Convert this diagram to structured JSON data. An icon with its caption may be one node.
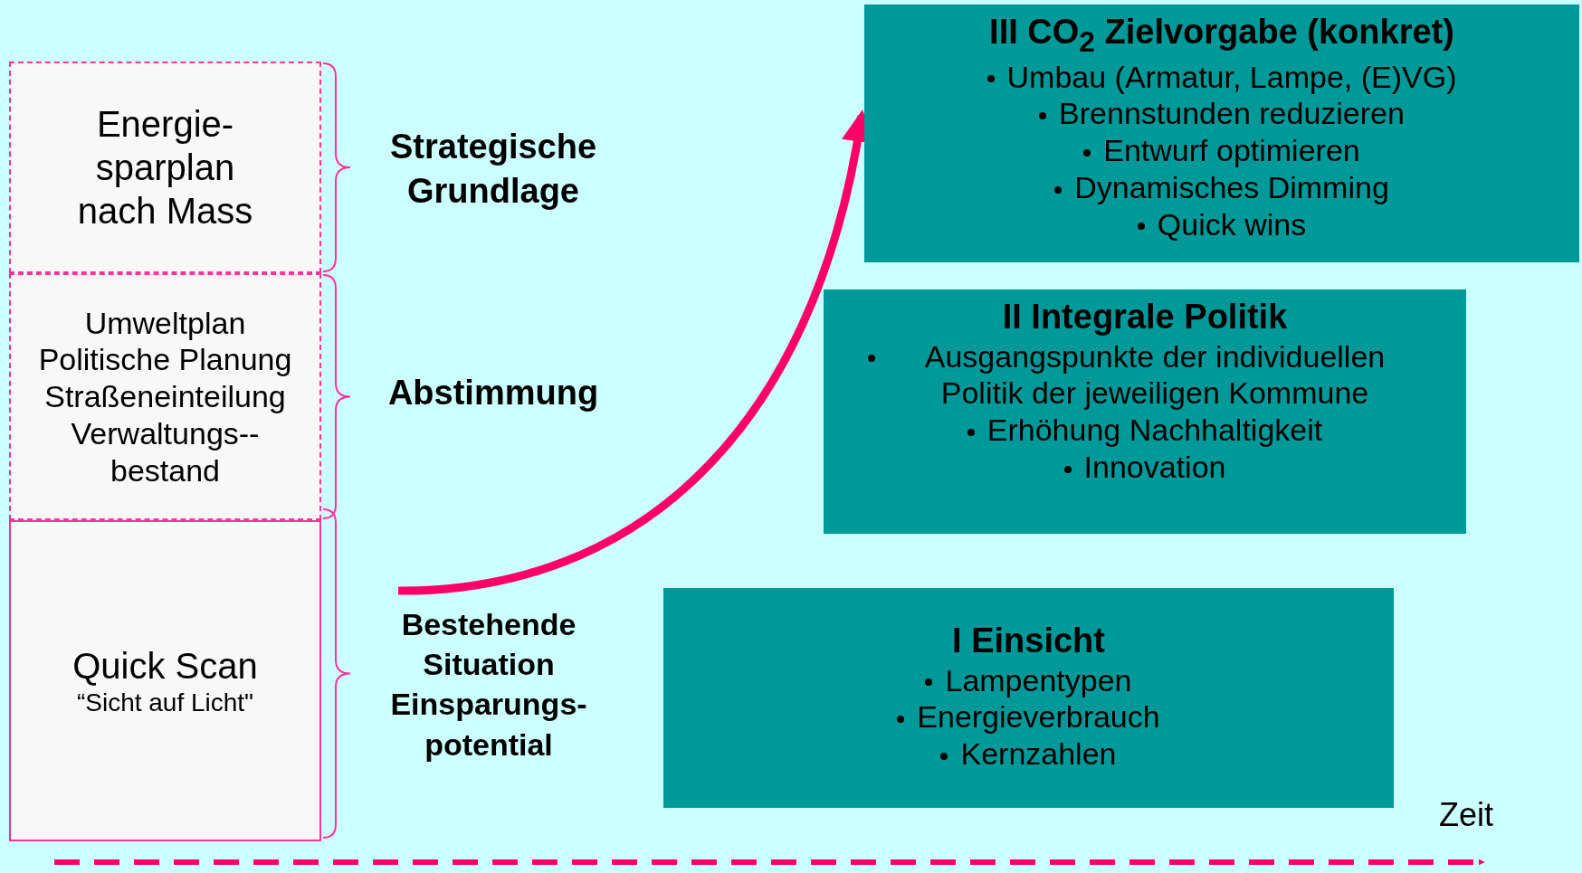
{
  "diagram": {
    "nodes": [
      {
        "text": [
          "Energie- sparplan nach Mass"
        ]
      },
      {
        "text": [
          "Umweltplan",
          "Politische Planung",
          "Straßeneinteilung",
          "Verwaltungs-- bestand"
        ]
      },
      {
        "text": [
          "Quick Scan",
          "“Sicht auf Licht\""
        ]
      },
      {
        "text": [
          "I Einsicht",
          "Lampentypen",
          "Energieverbrauch",
          "Kernzahlen"
        ]
      },
      {
        "text": [
          "II Integrale Politik",
          "Ausgangspunkte der individuellen Politik der jeweiligen Kommune",
          "Erhöhung Nachhaltigkeit",
          "Innovation"
        ]
      },
      {
        "text": [
          "III CO$_{2}$ Zielvorgabe (konkret)",
          "Umbau (Armatur, Lampe, (E)VG)",
          "Brennstunden reduzieren",
          "Entwurf optimieren",
          "Dynamisches Dimming",
          "Quick wins"
        ]
      }
    ],
    "edges": [
      {
        "from": null,
        "to": 5,
        "arrow": "to"
      }
    ],
    "labels": [
      "Strategische Grundlage",
      "Abstimmung",
      "Bestehende Situation Einsparungs- potential",
      "Zeit"
    ]
  }
}
